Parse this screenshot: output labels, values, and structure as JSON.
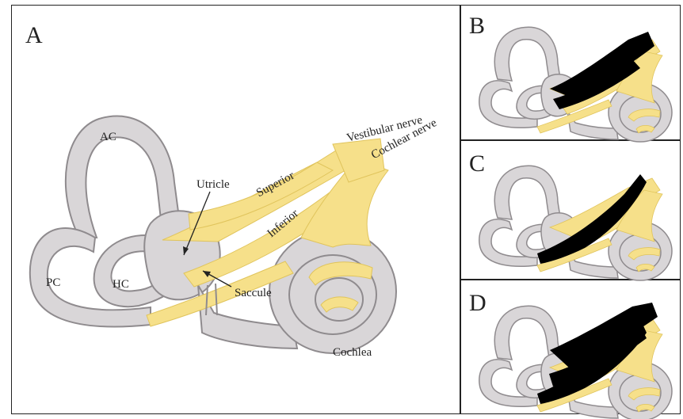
{
  "panels": {
    "a": "A",
    "b": "B",
    "c": "C",
    "d": "D"
  },
  "labels": {
    "ac": "AC",
    "pc": "PC",
    "hc": "HC",
    "utricle": "Utricle",
    "saccule": "Saccule",
    "superior": "Superior",
    "inferior": "Inferior",
    "vestibular_nerve": "Vestibular nerve",
    "cochlear_nerve": "Cochlear nerve",
    "cochlea": "Cochlea"
  },
  "colors": {
    "bone": "#d9d6d8",
    "bone_outline": "#8f8b8e",
    "nerve": "#f6e08a",
    "nerve_outline": "#e0c45c",
    "affected_nerve": "#000000"
  }
}
